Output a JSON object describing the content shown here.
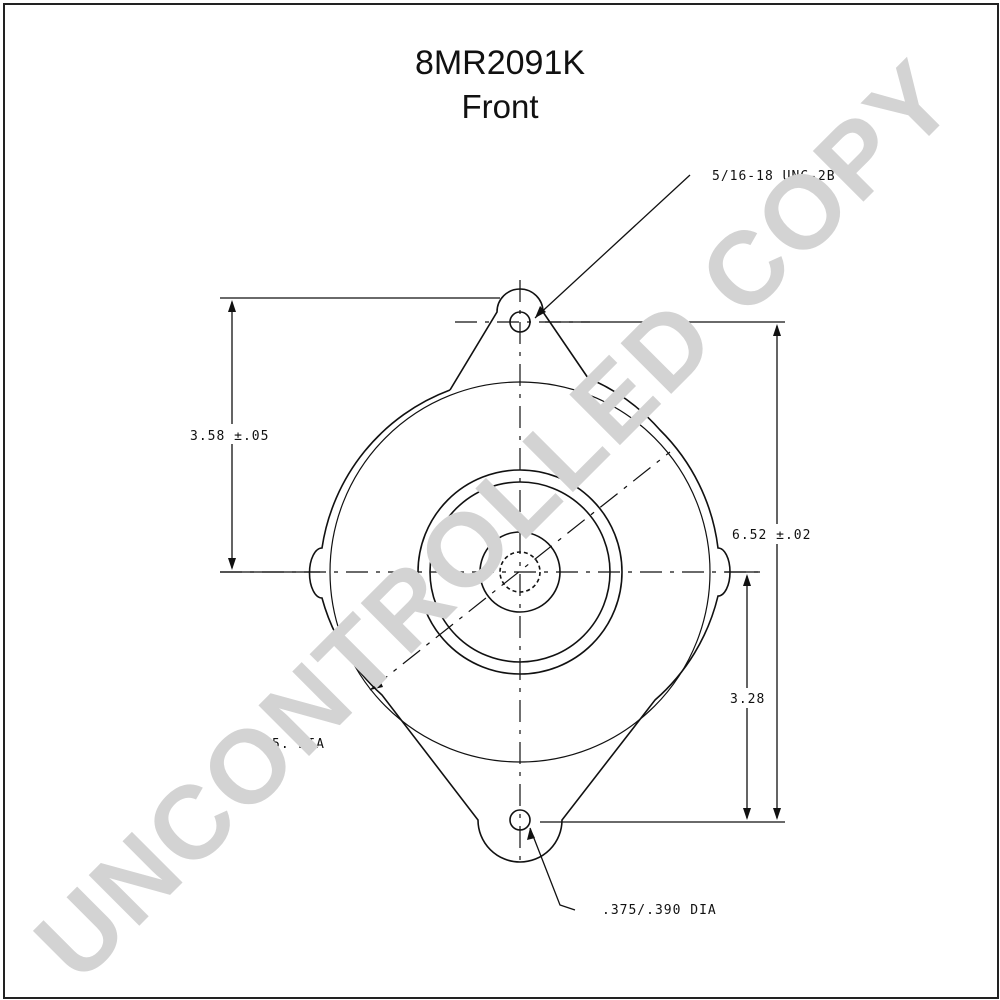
{
  "title": "8MR2091K",
  "view": "Front",
  "watermark": "UNCONTROLLED COPY",
  "labels": {
    "thread": "5/16-18 UNC-2B",
    "height_upper": "3.58 ±.05",
    "overall_height": "6.52 ±.02",
    "height_lower": "3.28",
    "body_diameter": "5.   DIA",
    "hole_diameter": ".375/.390 DIA"
  },
  "colors": {
    "line": "#111111",
    "watermark": "#d3d3d3"
  }
}
